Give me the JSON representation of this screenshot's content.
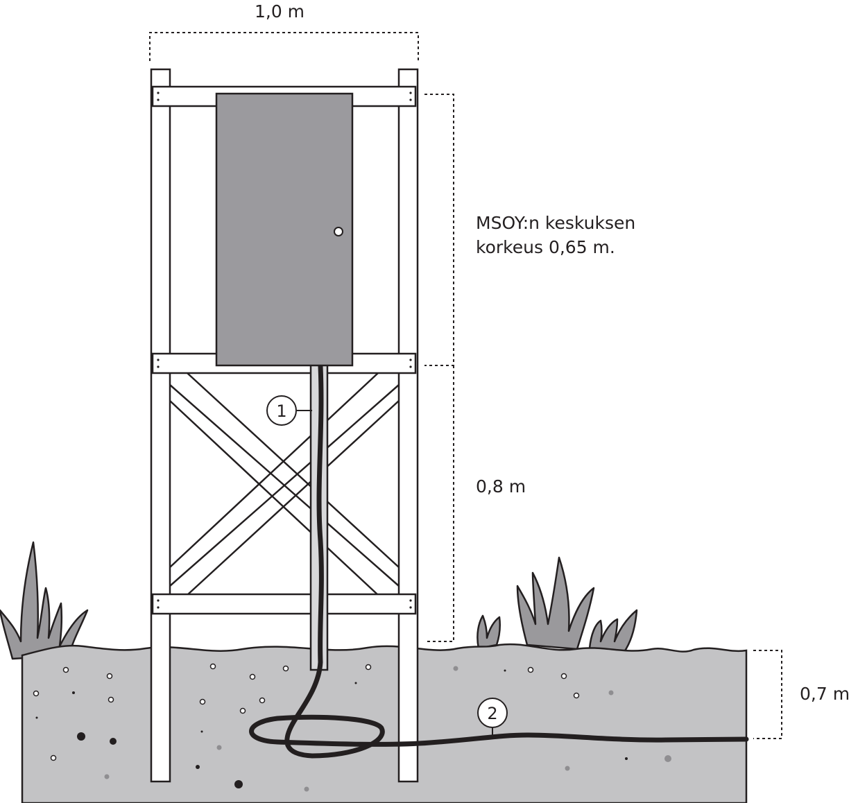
{
  "dimensions": {
    "width": "1,0 m",
    "cabinet_height_line1": "MSOY:n keskuksen",
    "cabinet_height_line2": "korkeus 0,65 m.",
    "mount_height": "0,8 m",
    "burial_depth": "0,7 m"
  },
  "callouts": {
    "one": "1",
    "two": "2"
  },
  "colors": {
    "cabinet": "#9b9a9e",
    "soil": "#c3c3c5",
    "grass": "#9a999c",
    "cable": "#231f20",
    "conduit": "#d8d8da"
  }
}
